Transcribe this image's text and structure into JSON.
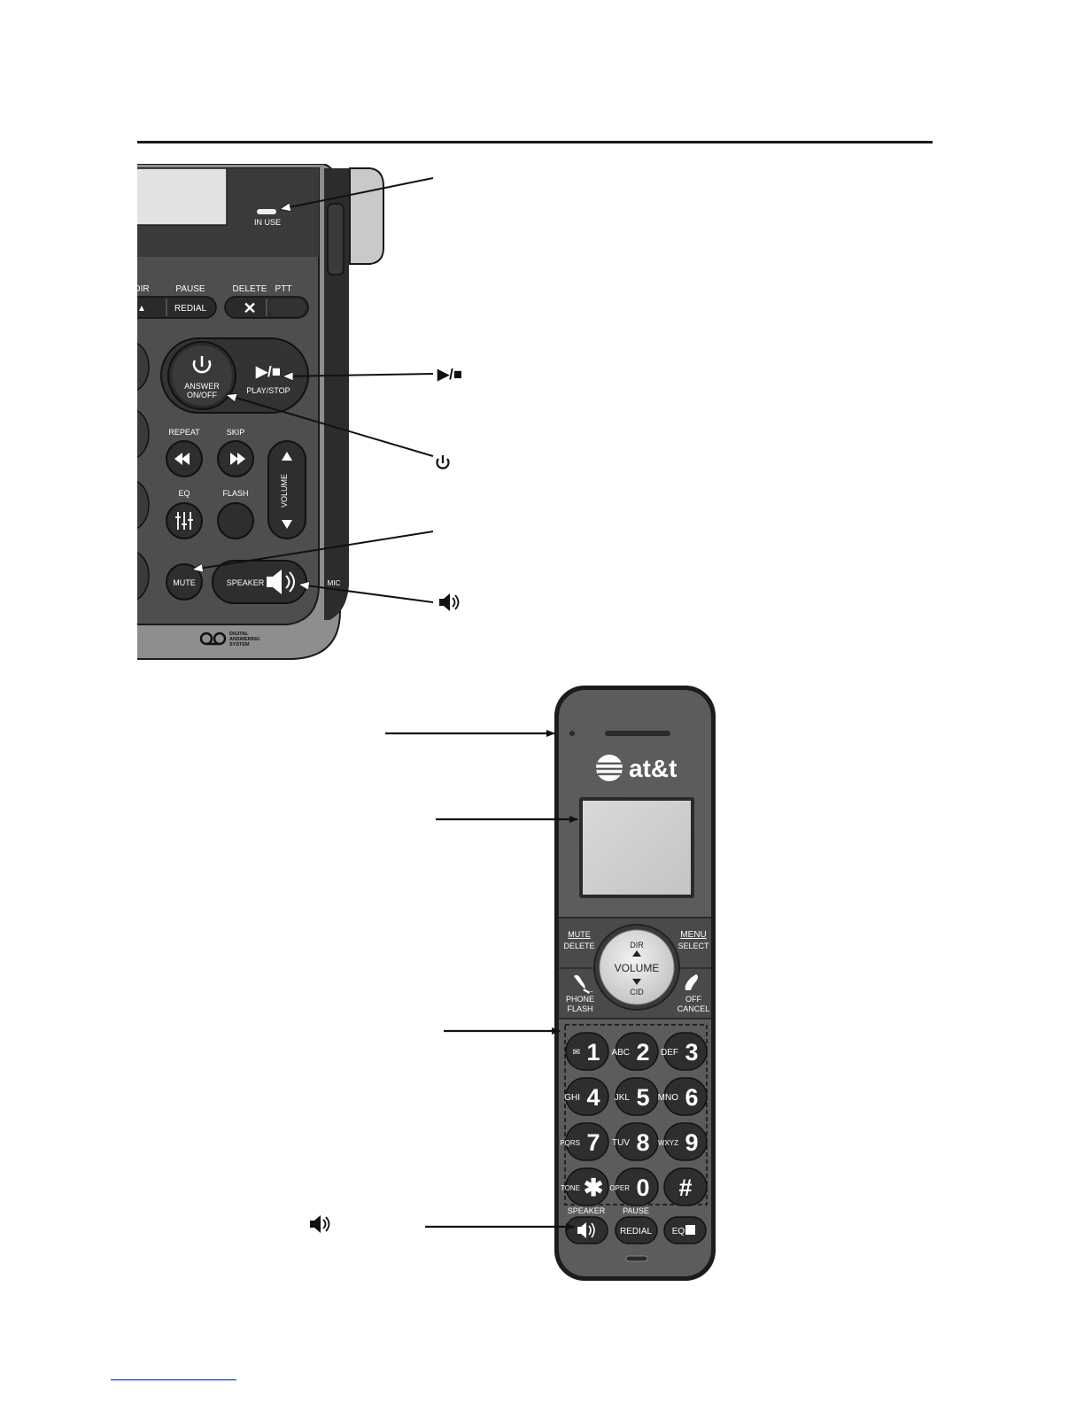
{
  "base": {
    "in_use_label": "IN USE",
    "keys": {
      "dir": "DIR",
      "pause": "PAUSE",
      "redial": "REDIAL",
      "delete": "DELETE",
      "ptt": "PTT",
      "delete_symbol": "✕",
      "up_arrow": "▲",
      "answer": "ANSWER",
      "on_off": "ON/OFF",
      "play_stop": "PLAY/STOP",
      "play_stop_symbol": "▶/■",
      "repeat": "REPEAT",
      "skip": "SKIP",
      "eq": "EQ",
      "flash": "FLASH",
      "volume": "VOLUME",
      "mute": "MUTE",
      "speaker": "SPEAKER",
      "mic": "MIC"
    },
    "das_logo": [
      "DIGITAL",
      "ANSWERING",
      "SYSTEM"
    ]
  },
  "callouts": {
    "play_stop_icon": "▶/■"
  },
  "handset": {
    "brand": "at&t",
    "nav": {
      "mute": "MUTE",
      "delete": "DELETE",
      "menu": "MENU",
      "select": "SELECT",
      "dir": "DIR",
      "volume": "VOLUME",
      "cid": "CID",
      "phone": "PHONE",
      "flash": "FLASH",
      "off": "OFF",
      "cancel": "CANCEL"
    },
    "keypad": [
      {
        "letters": "✉",
        "digit": "1"
      },
      {
        "letters": "ABC",
        "digit": "2"
      },
      {
        "letters": "DEF",
        "digit": "3"
      },
      {
        "letters": "GHI",
        "digit": "4"
      },
      {
        "letters": "JKL",
        "digit": "5"
      },
      {
        "letters": "MNO",
        "digit": "6"
      },
      {
        "letters": "PQRS",
        "digit": "7"
      },
      {
        "letters": "TUV",
        "digit": "8"
      },
      {
        "letters": "WXYZ",
        "digit": "9"
      },
      {
        "letters": "TONE",
        "digit": "✱"
      },
      {
        "letters": "OPER",
        "digit": "0"
      },
      {
        "letters": "",
        "digit": "#"
      }
    ],
    "bottom_keys": {
      "speaker": "SPEAKER",
      "pause": "PAUSE",
      "redial": "REDIAL",
      "eq": "EQ"
    }
  },
  "colors": {
    "body": "#5a5a5a",
    "body_dark": "#262626",
    "screen": "#cdcdcd",
    "line": "#1a1a1a"
  }
}
